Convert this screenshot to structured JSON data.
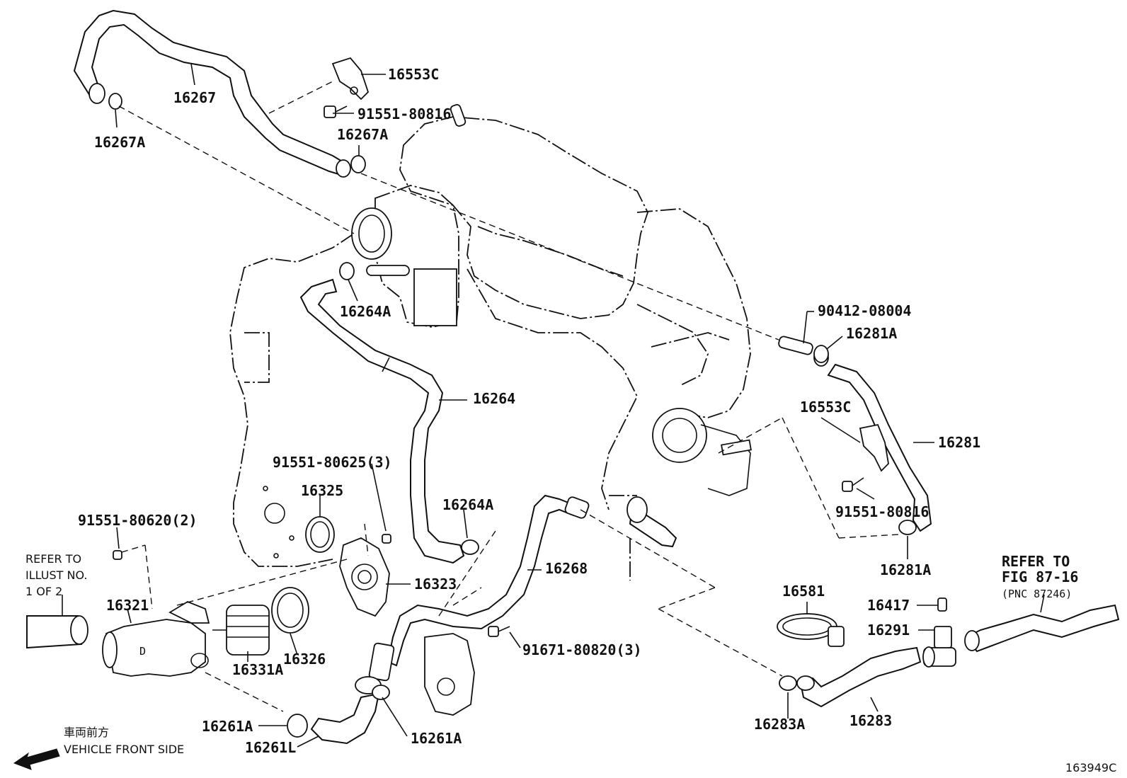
{
  "diagram_id": "163949C",
  "front_side": {
    "jp": "車両前方",
    "en": "VEHICLE FRONT SIDE"
  },
  "refer_left": [
    "REFER TO",
    "ILLUST NO.",
    "1 OF 2"
  ],
  "refer_right": [
    "REFER TO",
    "FIG 87-16",
    "(PNC 87246)"
  ],
  "labels": {
    "p16267": "16267",
    "p16267A_left": "16267A",
    "p16267A_mid": "16267A",
    "p16553C_top": "16553C",
    "p91551_80816_top": "91551-80816",
    "p16264A_top": "16264A",
    "p16264": "16264",
    "p90412_08004": "90412-08004",
    "p16281A_top": "16281A",
    "p16553C_right": "16553C",
    "p16281": "16281",
    "p91551_80816_right": "91551-80816",
    "p16281A_bottom": "16281A",
    "p91551_80625": "91551-80625(3)",
    "p16325": "16325",
    "p16264A_bottom": "16264A",
    "p91551_80620": "91551-80620(2)",
    "p16268": "16268",
    "p16323": "16323",
    "p16321": "16321",
    "p16331A": "16331A",
    "p16326": "16326",
    "p91671_80820": "91671-80820(3)",
    "p16581": "16581",
    "p16417": "16417",
    "p16291": "16291",
    "p16261A_left": "16261A",
    "p16261L": "16261L",
    "p16261A_right": "16261A",
    "p16283A": "16283A",
    "p16283": "16283"
  }
}
